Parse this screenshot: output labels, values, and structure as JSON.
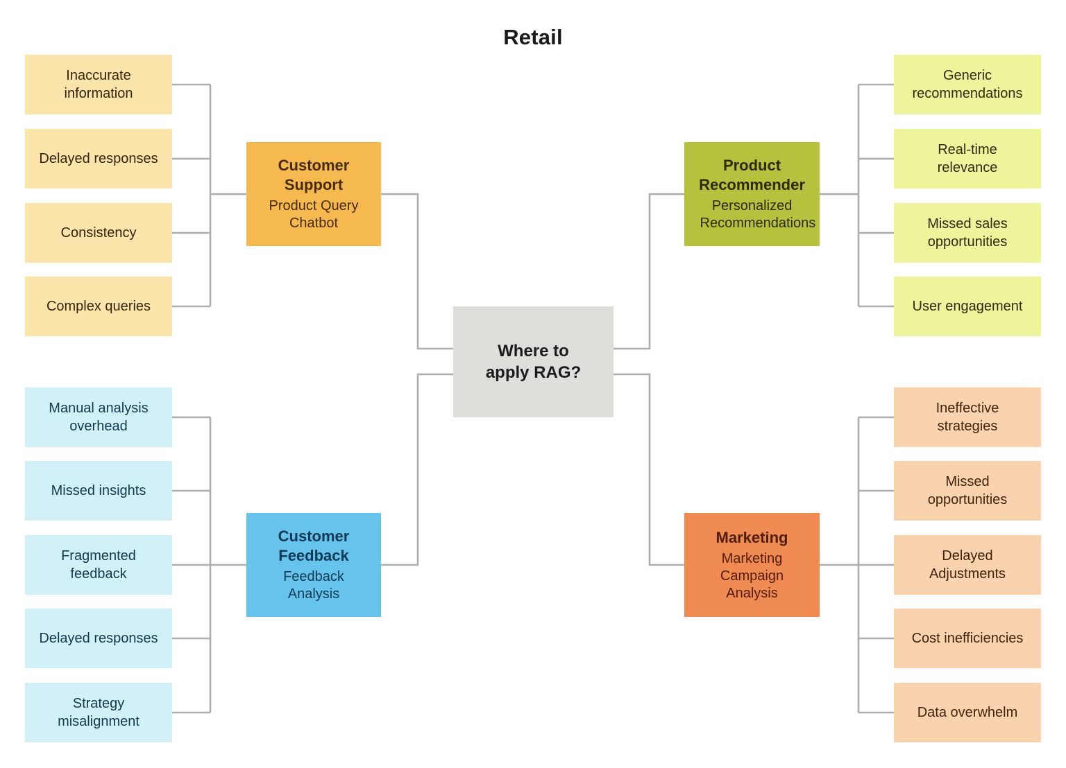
{
  "title": "Retail",
  "center": {
    "label": "Where to apply RAG?"
  },
  "colors": {
    "connector": "#adadad",
    "center_bg": "#dededa",
    "customer_support_bg": "#f6b94f",
    "customer_support_leaf_bg": "#fae4a9",
    "product_recommender_bg": "#b5c23e",
    "product_recommender_leaf_bg": "#edf49b",
    "customer_feedback_bg": "#66c3ec",
    "customer_feedback_leaf_bg": "#d2f0f7",
    "marketing_bg": "#ef8a52",
    "marketing_leaf_bg": "#f8d3ad"
  },
  "groups": [
    {
      "id": "customer-support",
      "branch": {
        "title": "Customer Support",
        "subtitle": "Product Query Chatbot"
      },
      "leaves": [
        "Inaccurate information",
        "Delayed responses",
        "Consistency",
        "Complex queries"
      ]
    },
    {
      "id": "product-recommender",
      "branch": {
        "title": "Product Recommender",
        "subtitle": "Personalized Recommendations"
      },
      "leaves": [
        "Generic recommendations",
        "Real-time relevance",
        "Missed sales opportunities",
        "User engagement"
      ]
    },
    {
      "id": "customer-feedback",
      "branch": {
        "title": "Customer Feedback",
        "subtitle": "Feedback Analysis"
      },
      "leaves": [
        "Manual analysis overhead",
        "Missed insights",
        "Fragmented feedback",
        "Delayed responses",
        "Strategy misalignment"
      ]
    },
    {
      "id": "marketing",
      "branch": {
        "title": "Marketing",
        "subtitle": "Marketing Campaign Analysis"
      },
      "leaves": [
        "Ineffective strategies",
        "Missed opportunities",
        "Delayed Adjustments",
        "Cost inefficiencies",
        "Data overwhelm"
      ]
    }
  ]
}
